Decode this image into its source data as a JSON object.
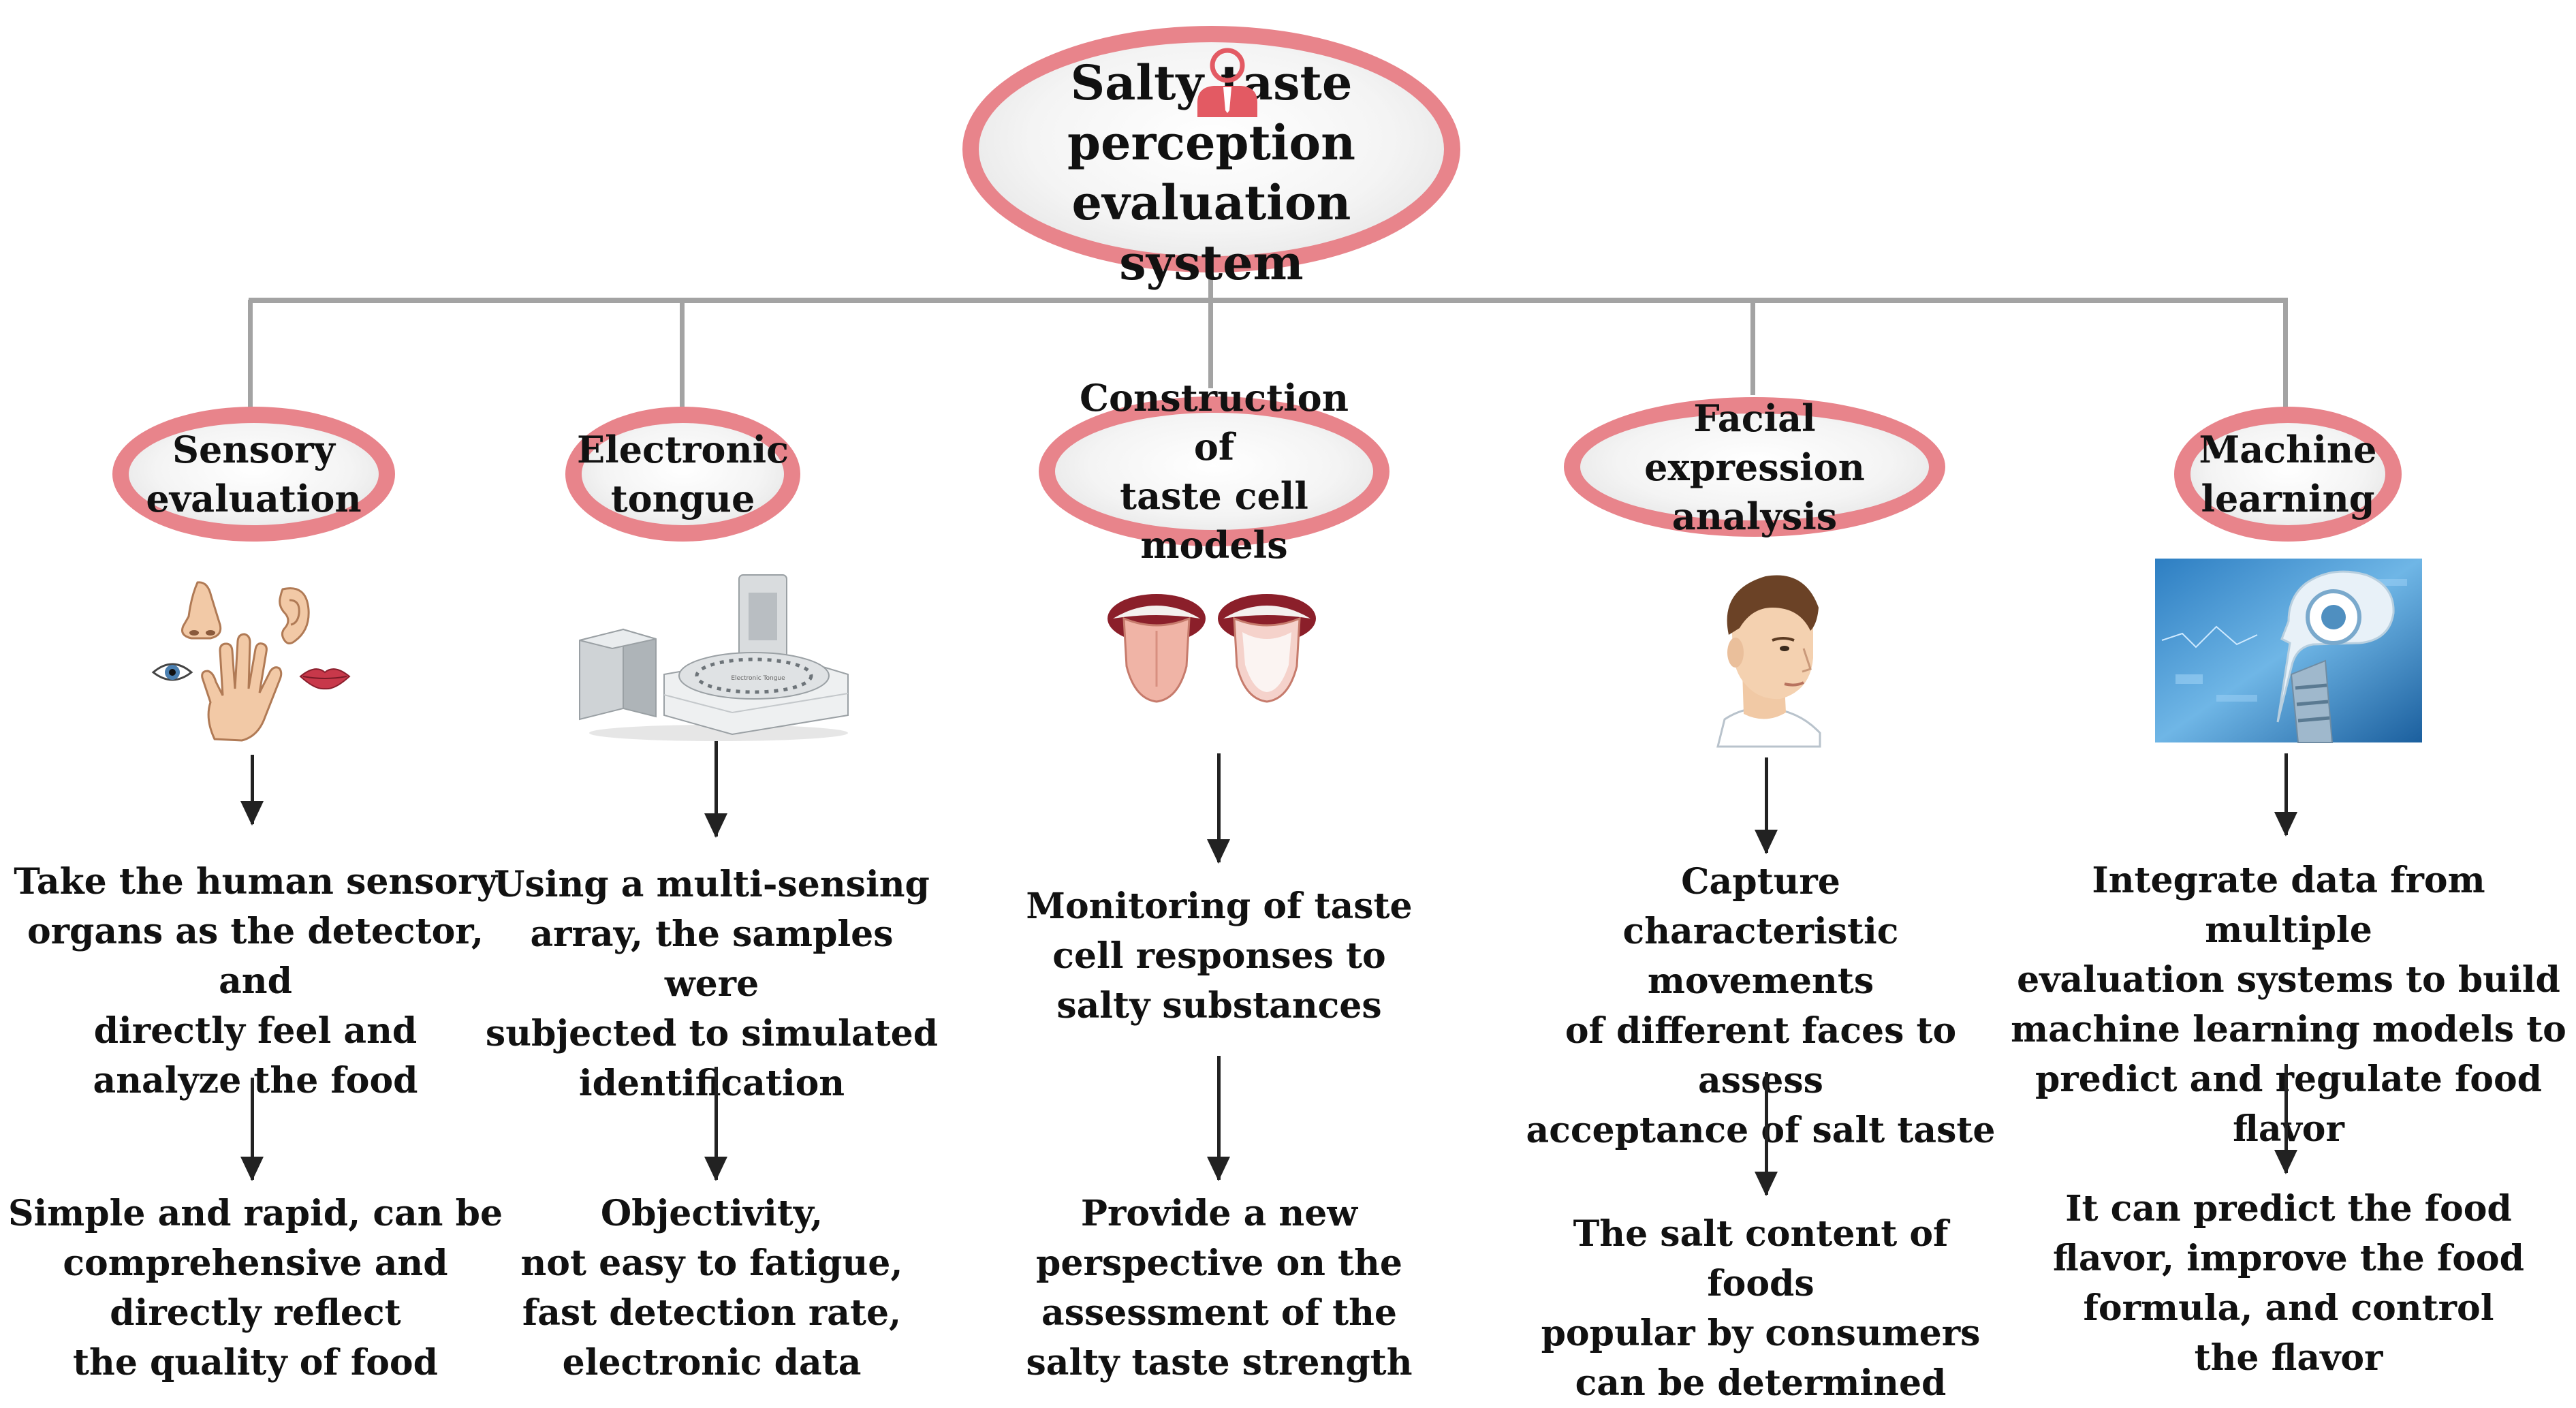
{
  "root": {
    "title_line1": "Salty taste perception",
    "title_line2": "evaluation system"
  },
  "columns": [
    {
      "title_line1": "Sensory",
      "title_line2": "evaluation",
      "method": "Take the human sensory\norgans as the detector, and\ndirectly feel and\nanalyze the food",
      "advantage": "Simple and rapid, can be\ncomprehensive and\ndirectly reflect\nthe quality of food",
      "illustration": "sensory-organs"
    },
    {
      "title_line1": "Electronic",
      "title_line2": "tongue",
      "method": "Using a multi-sensing\narray, the samples were\nsubjected to simulated\nidentification",
      "advantage": "Objectivity,\nnot easy to fatigue,\nfast detection rate,\nelectronic data",
      "illustration": "electronic-tongue-instrument",
      "device_label": "Electronic Tongue"
    },
    {
      "title_line1": "Construction of",
      "title_line2": "taste cell models",
      "method": "Monitoring of taste\ncell responses to\nsalty substances",
      "advantage": "Provide a new\nperspective on the\nassessment of the\nsalty taste strength",
      "illustration": "tongue-mouths"
    },
    {
      "title_line1": "Facial expression",
      "title_line2": "analysis",
      "method": "Capture\ncharacteristic movements\nof different faces to assess\nacceptance of salt taste",
      "advantage": "The salt content of foods\npopular by consumers\ncan be determined",
      "illustration": "human-face"
    },
    {
      "title_line1": "Machine",
      "title_line2": "learning",
      "method": "Integrate data from multiple\nevaluation systems to build\nmachine learning models to\npredict and regulate food flavor",
      "advantage": "It can predict the food\nflavor, improve the food\nformula, and control\nthe flavor",
      "illustration": "ai-robot-head"
    }
  ],
  "colors": {
    "ellipse_border": "#e8848b",
    "connector": "#a3a3a3",
    "arrow": "#222222",
    "accent": "#e35a63"
  }
}
